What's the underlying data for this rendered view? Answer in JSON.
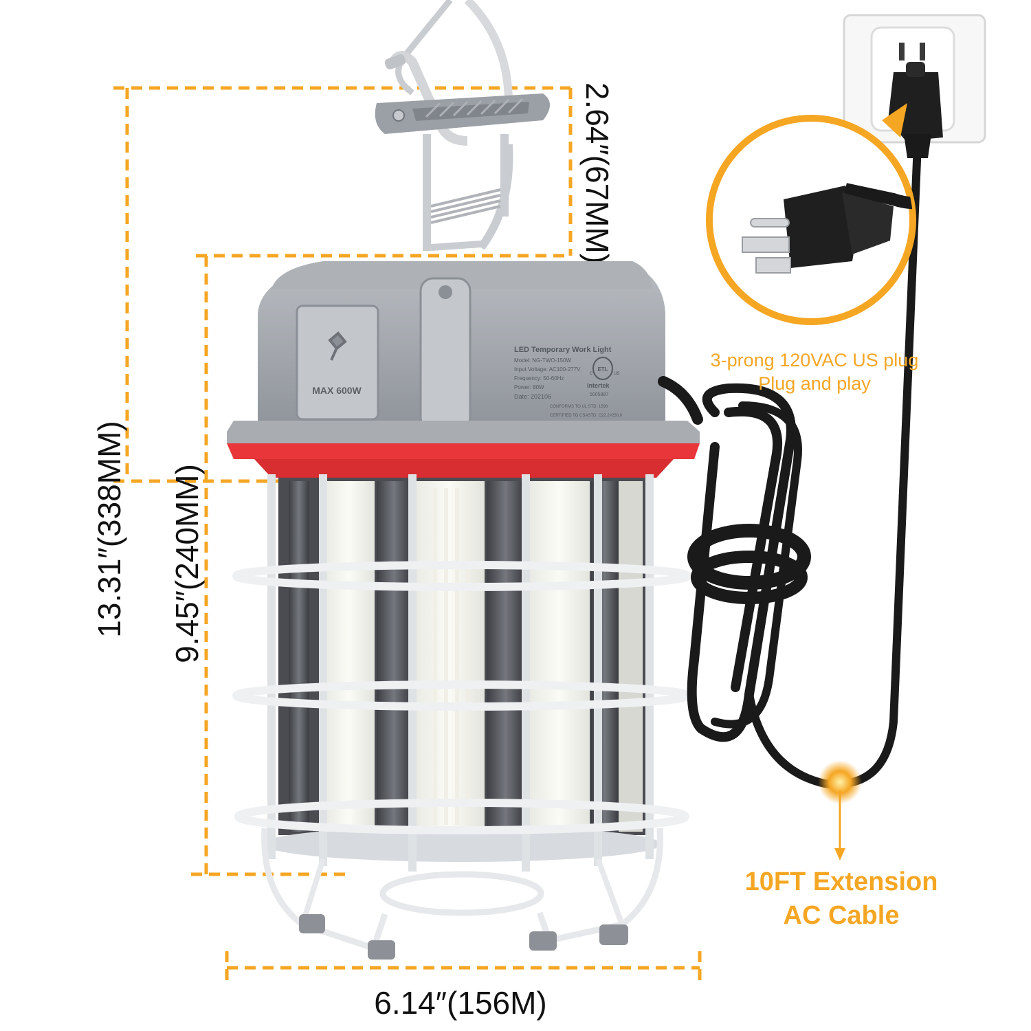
{
  "dimensions": {
    "overall_height": "13.31″(338MM)",
    "body_height": "9.45″(240MM)",
    "hook_height": "2.64″(67MM)",
    "width": "6.14″(156M)"
  },
  "product_label": {
    "title": "LED Temporary Work Light",
    "model": "Model: NG-TWO-150W",
    "voltage": "Input Voltage: AC100-277V",
    "frequency": "Frequency: 50-60Hz",
    "power": "Power: 80W",
    "date": "Date: 202106",
    "conform": "CONFORMS TO UL STD. 1598",
    "certified": "CERTIFIED TO CSASTD. C22.2#250.0",
    "cert_brand": "Intertek",
    "cert_number": "5005887",
    "cert_mark": "ETL",
    "cert_c": "c",
    "cert_us": "us"
  },
  "outlet_label": "MAX 600W",
  "callouts": {
    "plug_line1": "3-prong 120VAC US plug",
    "plug_line2": "Plug and play",
    "cable_line1": "10FT Extension",
    "cable_line2": "AC Cable"
  },
  "colors": {
    "accent": "#f5a623",
    "housing": "#9ea3a9",
    "ring": "#e8363a",
    "cable": "#1a1a1a"
  }
}
